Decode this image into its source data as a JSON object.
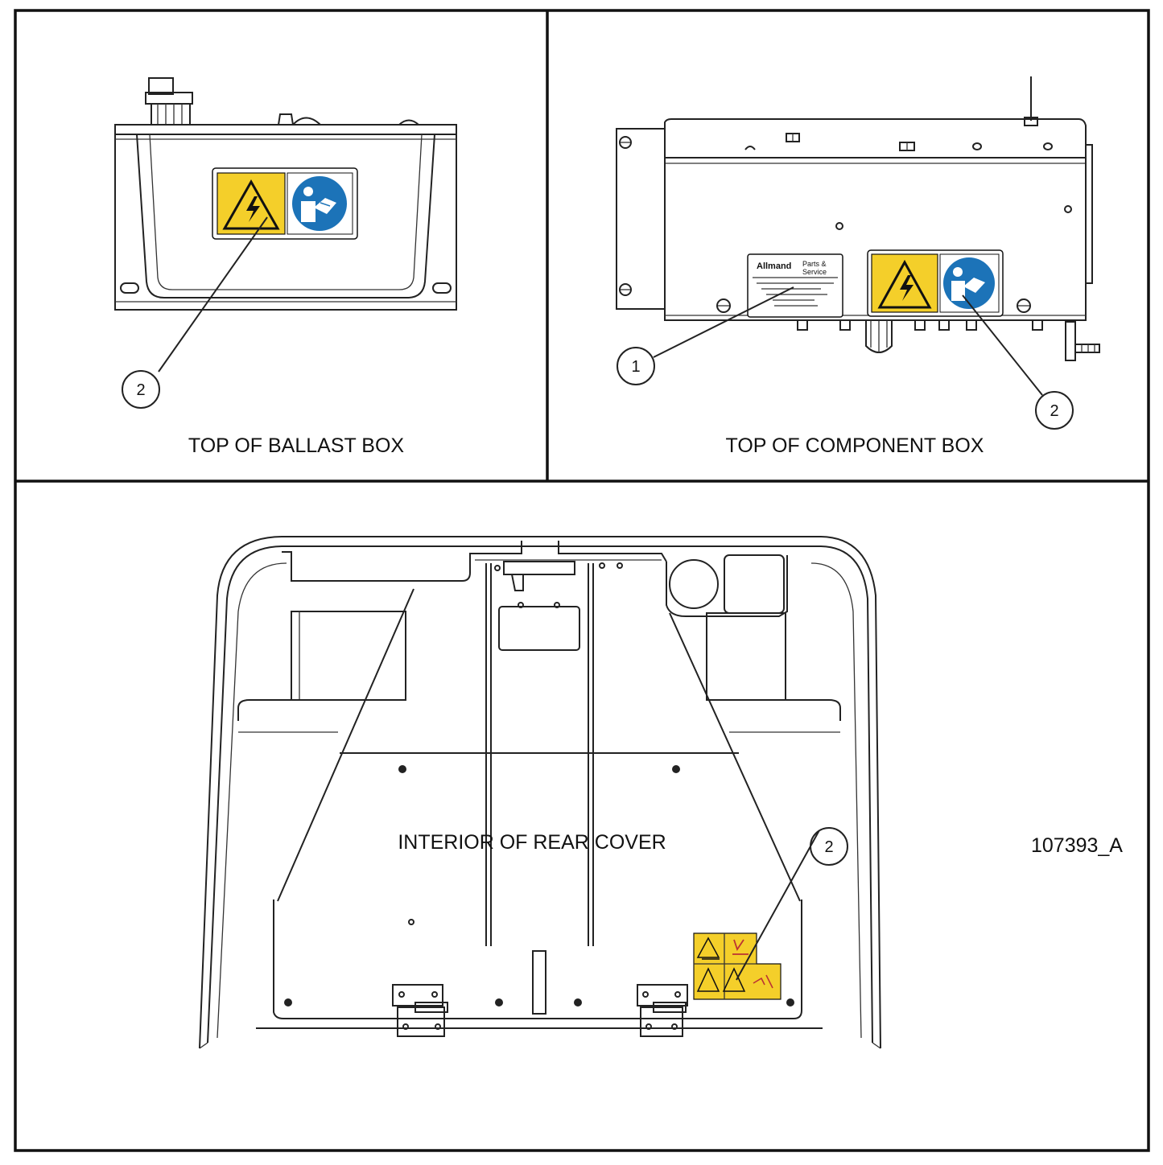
{
  "panels": {
    "ballast": {
      "caption": "TOP OF BALLAST BOX"
    },
    "component": {
      "caption": "TOP OF COMPONENT BOX"
    },
    "rear_cover": {
      "caption": "INTERIOR OF REAR COVER"
    }
  },
  "callouts": {
    "ballast_decal": "2",
    "component_service": "1",
    "component_decal": "2",
    "rear_cover_decal": "2"
  },
  "service_decal": {
    "brand": "Allmand",
    "title_line1": "Parts &",
    "title_line2": "Service"
  },
  "drawing_number": "107393_A",
  "colors": {
    "warning_yellow": "#f4cf2a",
    "info_blue": "#1c73b8",
    "line": "#222222"
  },
  "icons": [
    "electric-shock-warning-icon",
    "read-manual-icon",
    "hazard-warning-icon"
  ]
}
